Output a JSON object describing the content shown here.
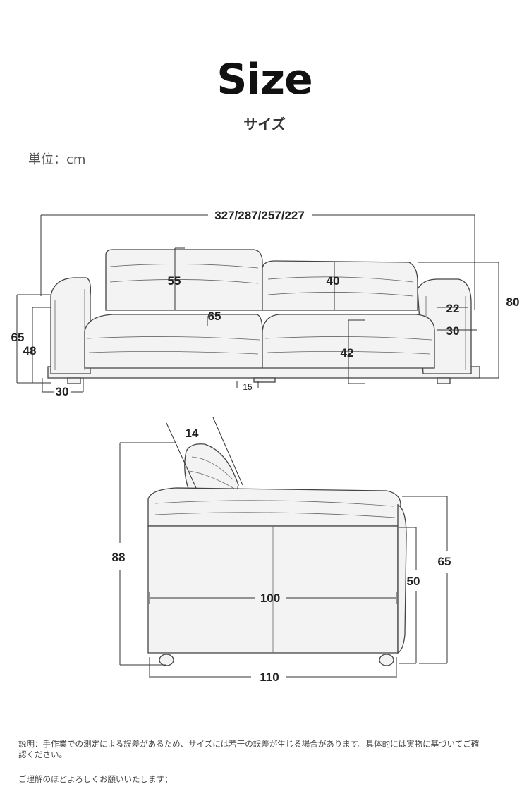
{
  "header": {
    "title": "Size",
    "subtitle": "サイズ",
    "unit": "単位：cm"
  },
  "front_view": {
    "total_width": "327/287/257/227",
    "backrest_height": "55",
    "back_cushion": "40",
    "height": "80",
    "seat_depth": "65",
    "arm_height_outer": "65",
    "arm_height_inner": "48",
    "arm_width_bottom": "30",
    "arm_top": "22",
    "arm_side": "30",
    "seat_height": "42",
    "leg_height": "15"
  },
  "side_view": {
    "headrest": "14",
    "total_height": "88",
    "seat_depth": "100",
    "total_depth": "110",
    "arm_height": "50",
    "back_height": "65"
  },
  "footer": {
    "note": "説明：手作業での測定による誤差があるため、サイズには若干の誤差が生じる場合があります。具体的には実物に基づいてご確認ください。",
    "thanks": "ご理解のほどよろしくお願いいたします；"
  }
}
